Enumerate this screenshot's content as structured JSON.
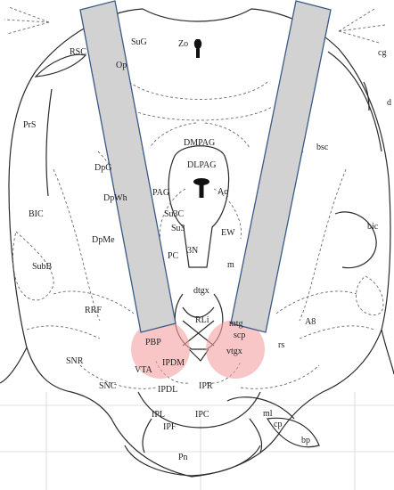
{
  "colors": {
    "implant": "#d2d2d2",
    "implant_outline": "#3a5a86",
    "target_zone": "#f4a3a3",
    "line": "#2a2a2a",
    "dashed": "#6b6b6b",
    "grid": "#d6d6d6"
  },
  "labels": {
    "rsc": "RSC",
    "sug": "SuG",
    "zo": "Zo",
    "op": "Op",
    "cg": "cg",
    "d": "d",
    "prs": "PrS",
    "dmpag": "DMPAG",
    "dlpag": "DLPAG",
    "bsc": "bsc",
    "dpg": "DpG",
    "dpwh": "DpWh",
    "lpag": "PAG",
    "aq": "Aq",
    "bic_left": "BIC",
    "bic_right": "bic",
    "su3c": "Su3C",
    "su3": "Su3",
    "ew": "EW",
    "dpme": "DpMe",
    "pc": "PC",
    "n3": "3N",
    "mlf": "m",
    "subb": "SubB",
    "dtgx": "dtgx",
    "rrf": "RRF",
    "rli": "RLi",
    "mtg": "mtg",
    "a8": "A8",
    "pbp": "PBP",
    "scp": "scp",
    "rs": "rs",
    "vtgx": "vtgx",
    "snr": "SNR",
    "ipdm": "IPDM",
    "vta": "VTA",
    "snc": "SNC",
    "ipdl": "IPDL",
    "ipr": "IPR",
    "ipl": "IPL",
    "ipc": "IPC",
    "ml": "ml",
    "ipf": "IPF",
    "cp": "cp",
    "bp": "bp",
    "pn": "Pn"
  }
}
